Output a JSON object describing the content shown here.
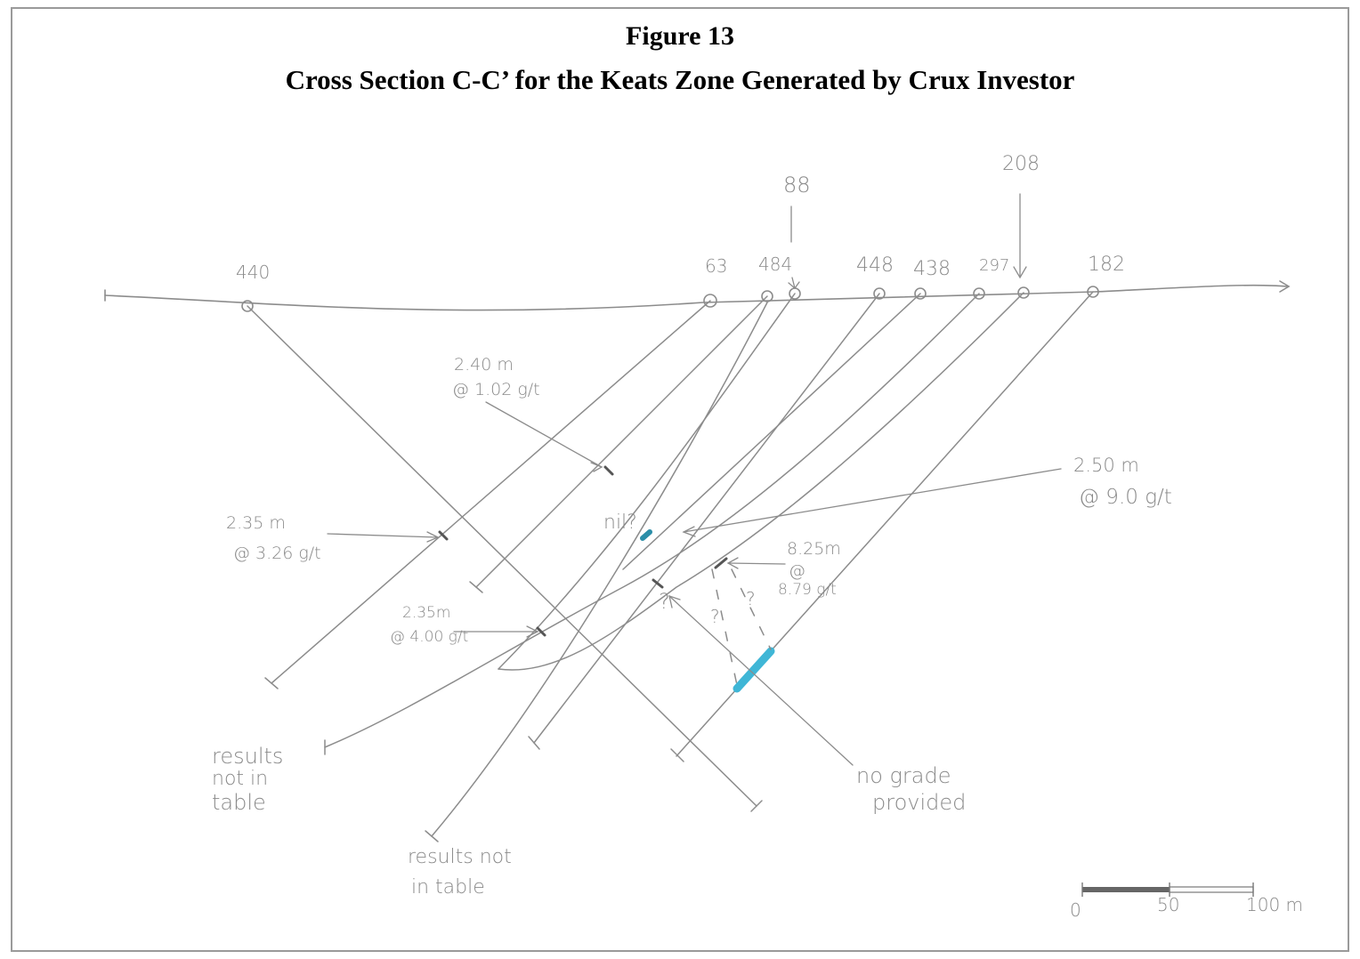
{
  "figure": {
    "number": "Figure 13",
    "caption": "Cross Section C-C’ for the Keats Zone Generated by Crux Investor"
  },
  "collars": [
    "440",
    "63",
    "484",
    "88",
    "448",
    "438",
    "297",
    "208",
    "182"
  ],
  "annotations": {
    "a240_len": "2.40 m",
    "a240_grade": "@ 1.02 g/t",
    "a235a_len": "2.35 m",
    "a235a_grade": "@ 3.26 g/t",
    "a235b_len": "2.35m",
    "a235b_grade": "@ 4.00 g/t",
    "nil": "nil?",
    "a825_len": "8.25m",
    "a825_at": "@",
    "a825_grade": "8.79 g/t",
    "a250_len": "2.50 m",
    "a250_grade": "@ 9.0 g/t",
    "q1": "?",
    "q2": "?",
    "q3": "?",
    "rnt1_l1": "results",
    "rnt1_l2": "not in",
    "rnt1_l3": "table",
    "rnt2_l1": "results not",
    "rnt2_l2": "in table",
    "ngp_l1": "no grade",
    "ngp_l2": "provided"
  },
  "scale_bar": {
    "zero": "0",
    "mid": "50",
    "end": "100 m"
  },
  "colors": {
    "pencil": "#8c8c8c",
    "highlight": "#3fb6d6",
    "text": "#8a8a8a"
  }
}
